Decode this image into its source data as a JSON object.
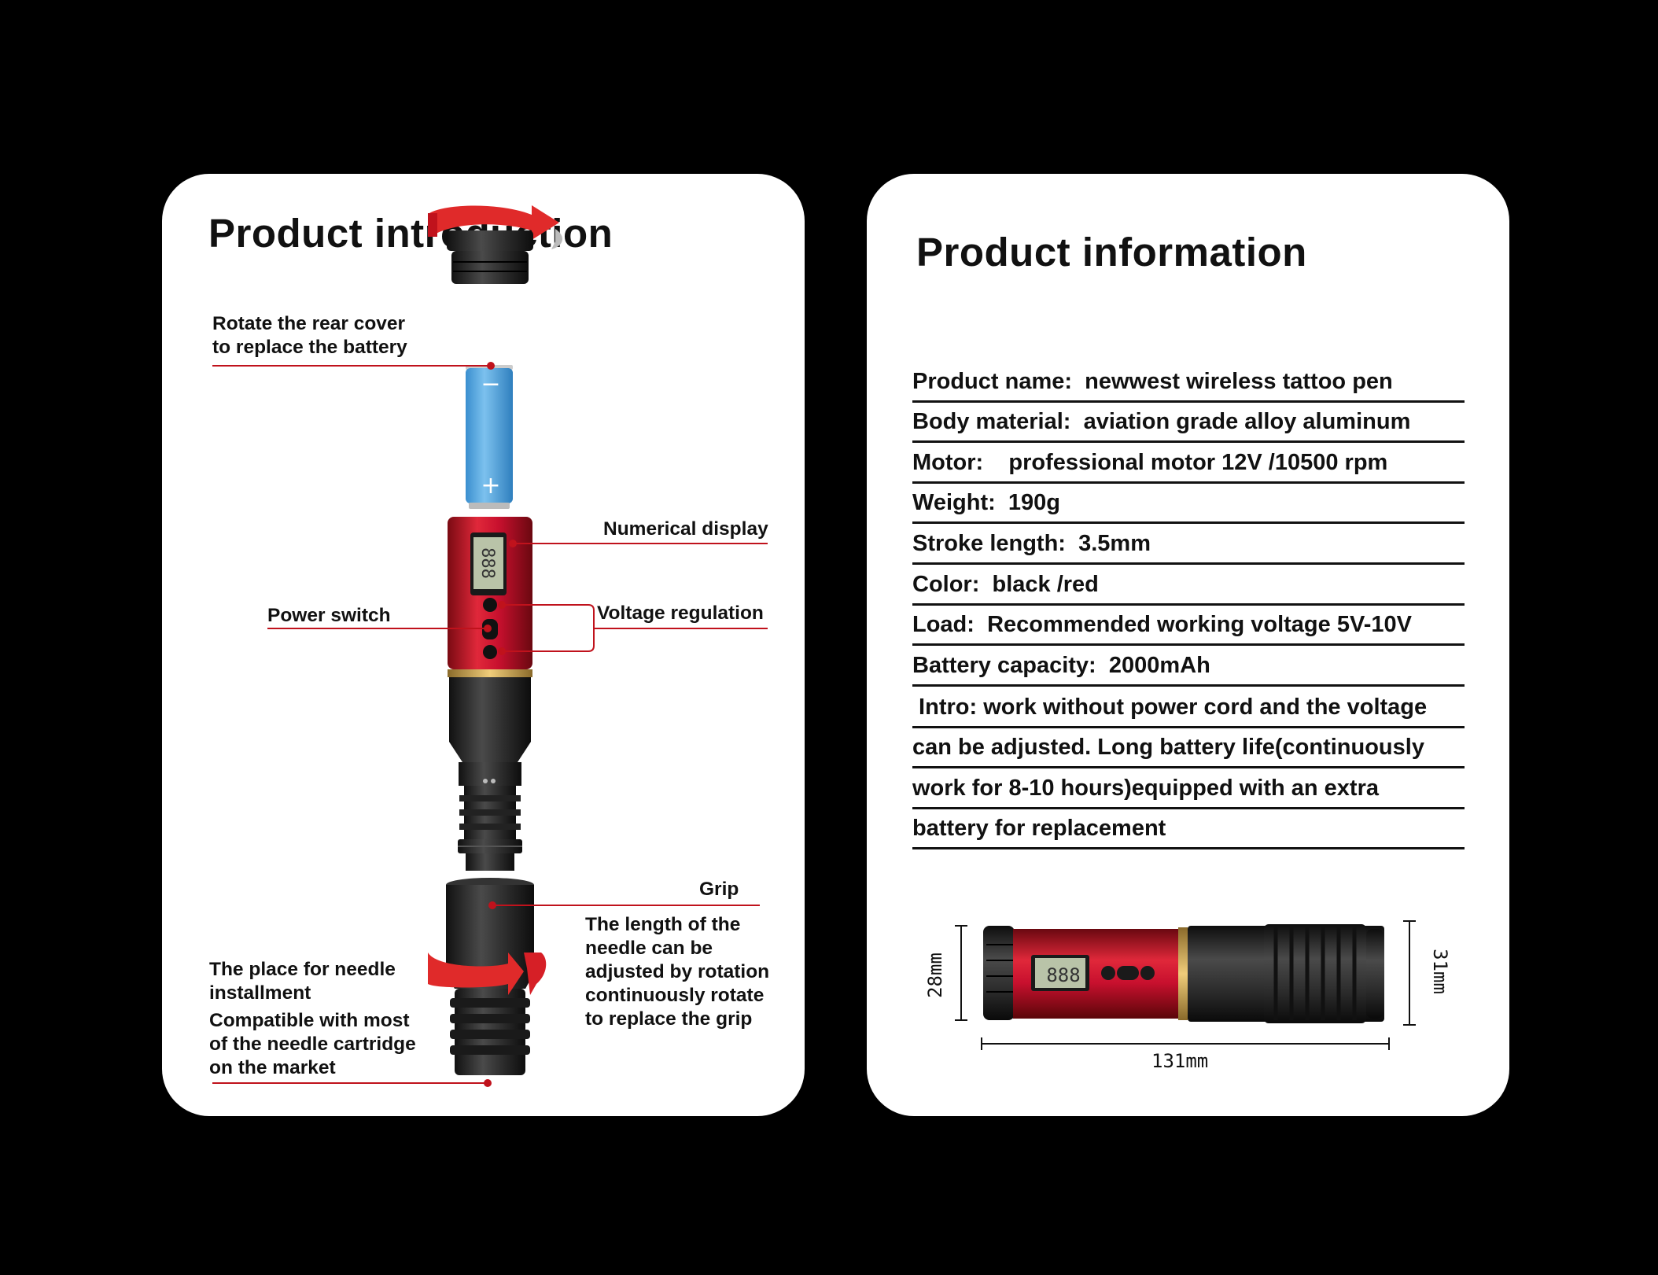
{
  "left_card": {
    "title": "Product introduction",
    "annotations": {
      "rear_cover": [
        "Rotate the rear cover",
        "to replace the battery"
      ],
      "numerical_display": "Numerical display",
      "power_switch": "Power switch",
      "voltage_regulation": "Voltage regulation",
      "grip": "Grip",
      "needle_length": [
        "The length of the",
        "needle can be",
        "adjusted by rotation",
        "continuously rotate",
        "to replace the grip"
      ],
      "needle_install": [
        "The place for needle",
        "installment"
      ],
      "compatible": [
        "Compatible with most",
        "of the needle cartridge",
        "on the market"
      ]
    },
    "battery_minus": "−",
    "battery_plus": "+",
    "lcd_text": "888"
  },
  "right_card": {
    "title": "Product information",
    "rows": [
      {
        "key": "Product name:",
        "value": "newwest wireless tattoo pen"
      },
      {
        "key": "Body material:",
        "value": "aviation grade alloy aluminum"
      },
      {
        "key": "Motor:",
        "value": "professional motor 12V /10500 rpm"
      },
      {
        "key": "Weight:",
        "value": "190g"
      },
      {
        "key": "Stroke length:",
        "value": "3.5mm"
      },
      {
        "key": "Color:",
        "value": "black /red"
      },
      {
        "key": "Load:",
        "value": "Recommended working voltage 5V-10V"
      },
      {
        "key": "Battery capacity:",
        "value": "2000mAh"
      }
    ],
    "intro_lines": [
      " Intro: work without power cord and the voltage",
      "can be adjusted. Long battery life(continuously",
      "work for 8-10 hours)equipped with an extra",
      "battery for replacement"
    ],
    "dimensions": {
      "height_left": "28mm",
      "height_right": "31mm",
      "length": "131mm"
    },
    "lcd_text": "888"
  },
  "colors": {
    "background": "#000000",
    "card": "#ffffff",
    "accent_red": "#c8102e",
    "pointer_red": "#d0101e",
    "battery_blue": "#4aa3df",
    "gold_ring": "#c9a24a",
    "body_black": "#2a2a2a"
  },
  "icons": [
    "rotate-arrow-icon",
    "battery-icon",
    "lcd-display-icon",
    "pen-button-icon"
  ]
}
